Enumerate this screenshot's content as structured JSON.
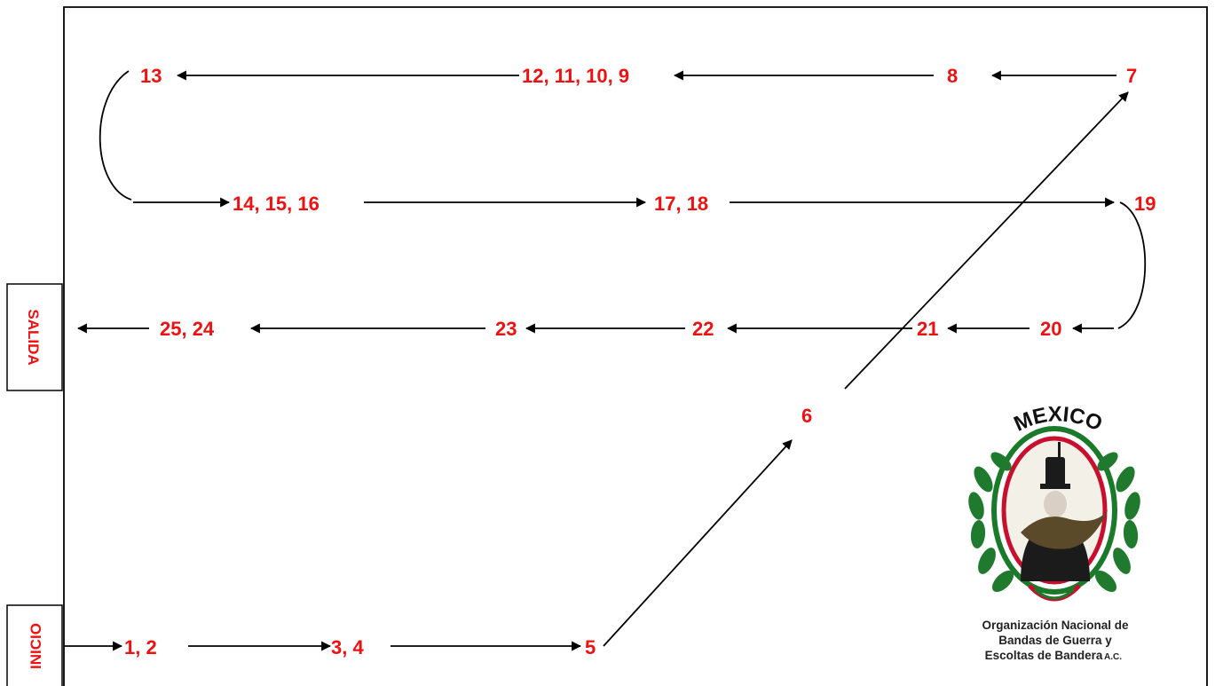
{
  "labels": {
    "n1_2": "1, 2",
    "n3_4": "3, 4",
    "n5": "5",
    "n6": "6",
    "n7": "7",
    "n8": "8",
    "n12_9": "12, 11, 10, 9",
    "n13": "13",
    "n14_16": "14, 15, 16",
    "n17_18": "17, 18",
    "n19": "19",
    "n20": "20",
    "n21": "21",
    "n22": "22",
    "n23": "23",
    "n25_24": "25, 24"
  },
  "side_labels": {
    "salida": "SALIDA",
    "inicio": "INICIO"
  },
  "logo": {
    "title": "MEXICO",
    "org_line1": "Organización Nacional de",
    "org_line2": "Bandas de Guerra y",
    "org_line3": "Escoltas de Bandera",
    "org_suffix": "A.C."
  },
  "colors": {
    "number_color": "#ee1111",
    "line_color": "#000000"
  }
}
